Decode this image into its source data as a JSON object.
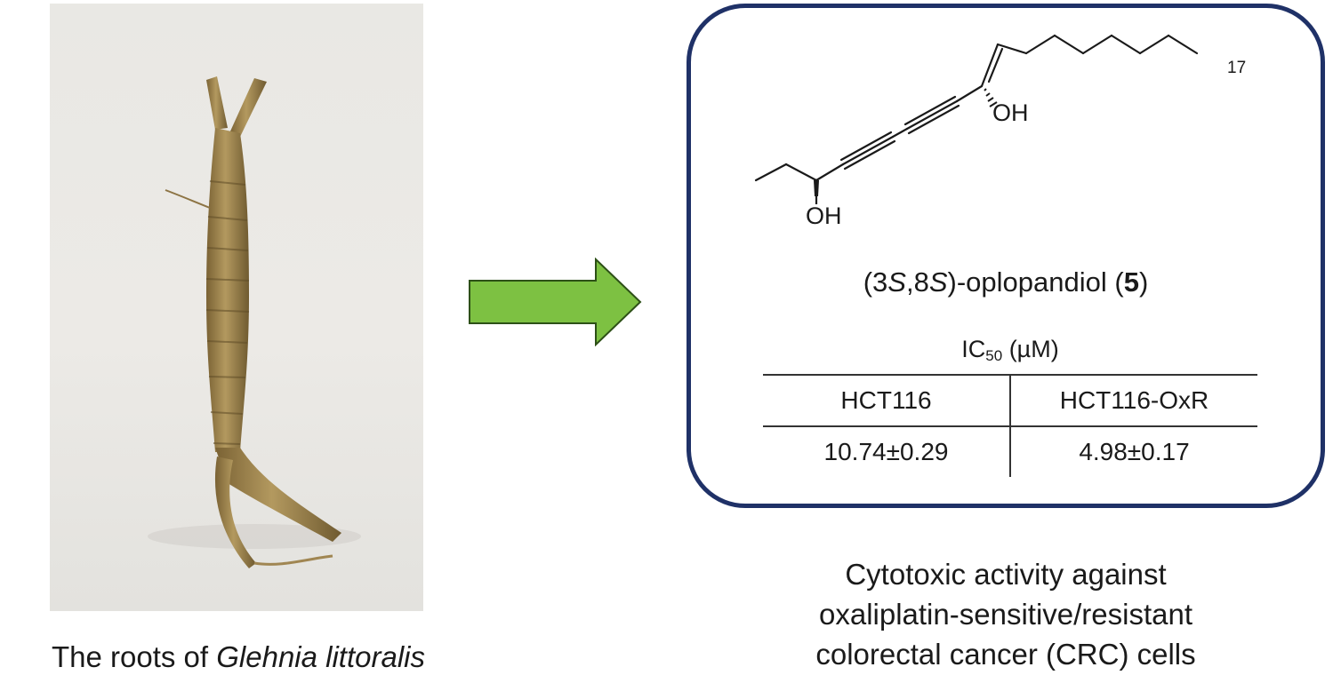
{
  "left": {
    "photo_alt": "The roots of Glehnia littoralis",
    "caption_prefix": "The roots of ",
    "caption_species": "Glehnia littoralis"
  },
  "arrow_color": "#7dc142",
  "structure": {
    "oh_top": "OH",
    "oh_bottom": "OH",
    "chain_end": "17"
  },
  "compound": {
    "name_open": "(3",
    "stereo1": "S",
    "name_mid": ",8",
    "stereo2": "S",
    "name_rest": ")-oplopandiol (",
    "number": "5",
    "name_close": ")"
  },
  "ic50": {
    "label": "IC",
    "subscript": "50",
    "unit": " (µM)",
    "columns": [
      "HCT116",
      "HCT116-OxR"
    ],
    "values": [
      "10.74±0.29",
      "4.98±0.17"
    ]
  },
  "caption_right": [
    "Cytotoxic activity against",
    "oxaliplatin-sensitive/resistant",
    "colorectal cancer (CRC) cells"
  ],
  "colors": {
    "panel_border": "#1f3167",
    "arrow_fill": "#7dc142",
    "root": "#a08652"
  }
}
